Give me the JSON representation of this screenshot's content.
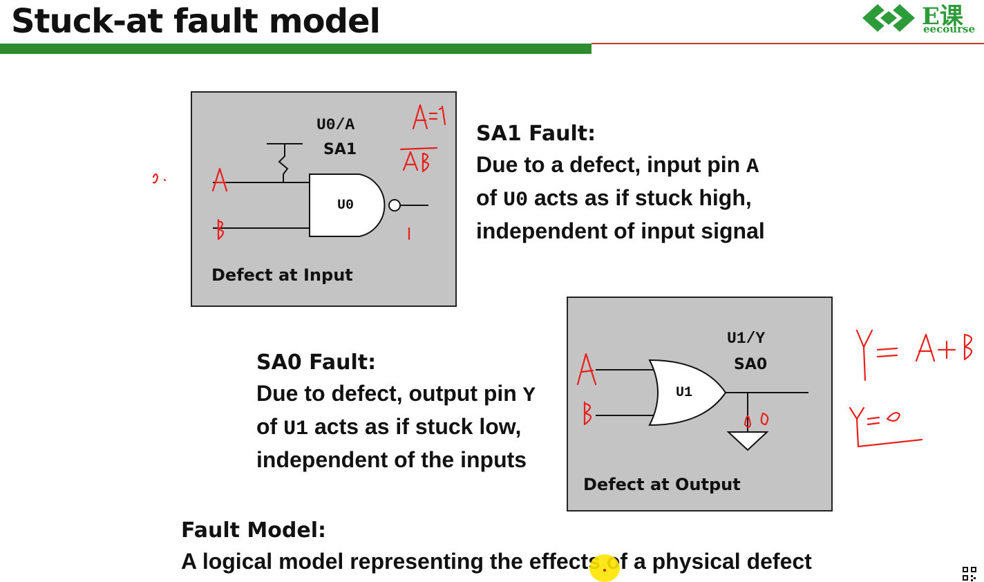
{
  "slide": {
    "title": "Stuck-at fault model"
  },
  "logo": {
    "main": "E课",
    "sub": "eecourse"
  },
  "figure_input": {
    "pin_label": "U0/A",
    "fault": "SA1",
    "gate": "U0",
    "caption": "Defect at Input"
  },
  "figure_output": {
    "pin_label": "U1/Y",
    "fault": "SA0",
    "gate": "U1",
    "caption": "Defect at Output"
  },
  "sa1": {
    "heading": "SA1 Fault:",
    "line1_pre": "Due to a defect, input pin ",
    "line1_code": "A",
    "line2_pre": "of ",
    "line2_code": "U0",
    "line2_post": " acts as if stuck high,",
    "line3": "independent of input signal"
  },
  "sa0": {
    "heading": "SA0 Fault:",
    "line1_pre": "Due to defect, output pin ",
    "line1_code": "Y",
    "line2_pre": "of ",
    "line2_code": "U1",
    "line2_post": " acts as if stuck low,",
    "line3": "independent of the inputs"
  },
  "fault_model": {
    "heading": "Fault Model:",
    "text": "A logical model representing the effects of a physical defect"
  },
  "annotations": {
    "color": "#e8201c",
    "handwriting_alt": "A=1, A·B overline, A, B, 1, A, B, 0, Y=A+B, Y=0"
  },
  "colors": {
    "title_bar_green": "#2e8b2e",
    "title_bar_red": "#c0392b",
    "figure_bg": "#c4c4c4",
    "logo_green": "#2e9b3a"
  }
}
